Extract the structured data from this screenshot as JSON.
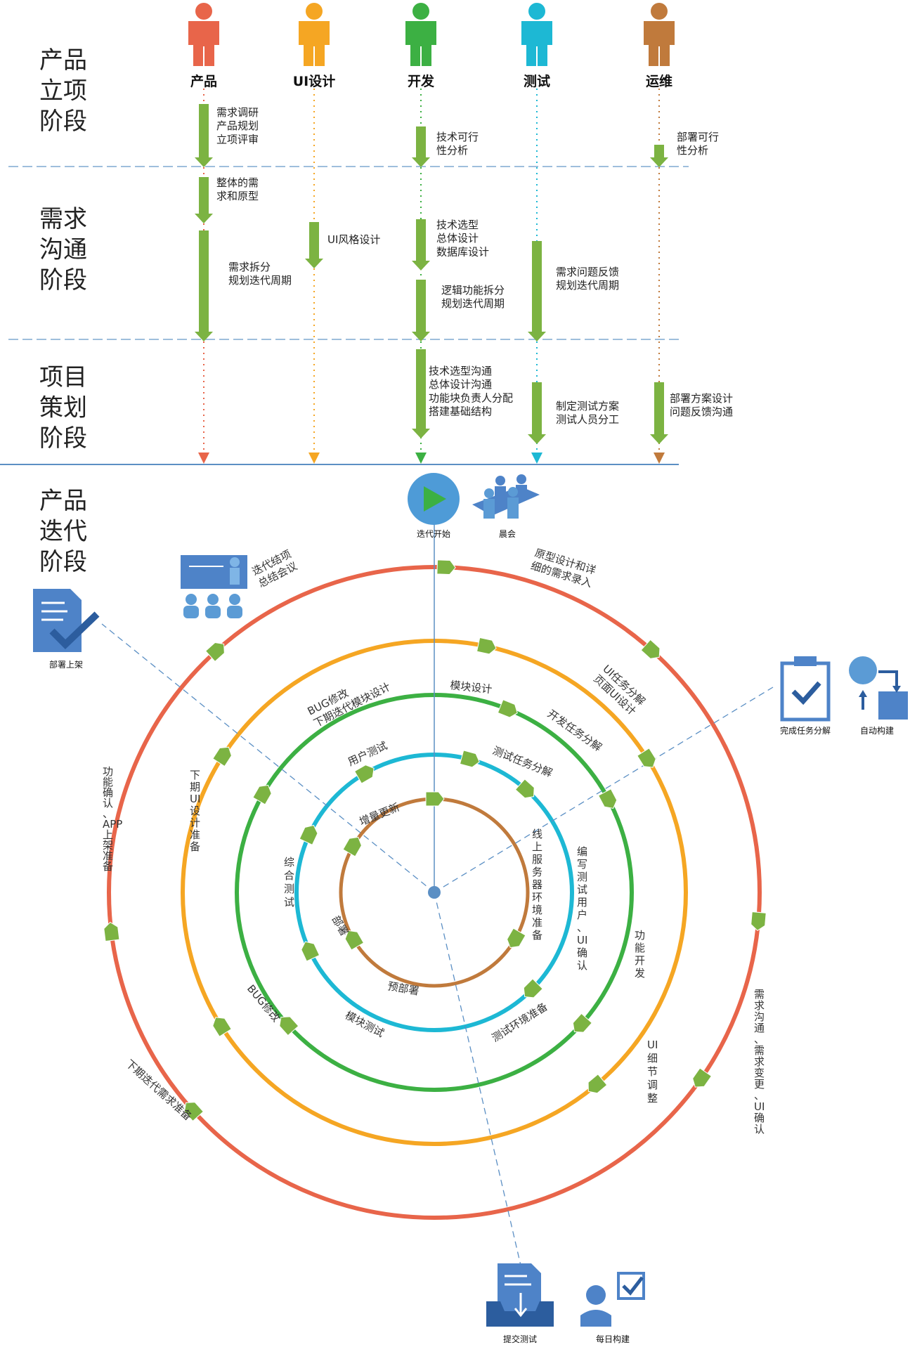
{
  "stages": [
    "产品\n立项\n阶段",
    "需求\n沟通\n阶段",
    "项目\n策划\n阶段",
    "产品\n迭代\n阶段"
  ],
  "roles": [
    {
      "label": "产品",
      "color": "#e8654a"
    },
    {
      "label": "UI设计",
      "color": "#f5a623"
    },
    {
      "label": "开发",
      "color": "#3cb043"
    },
    {
      "label": "测试",
      "color": "#1db8d4"
    },
    {
      "label": "运维",
      "color": "#c07a3c"
    }
  ],
  "notes": {
    "p1": "需求调研\n产品规划\n立项评审",
    "p2": "整体的需\n求和原型",
    "p3": "需求拆分\n规划迭代周期",
    "u1": "UI风格设计",
    "d1": "技术可行\n性分析",
    "d2": "技术选型\n总体设计\n数据库设计",
    "d3": "逻辑功能拆分\n规划迭代周期",
    "d4": "技术选型沟通\n总体设计沟通\n功能块负责人分配\n搭建基础结构",
    "t1": "需求问题反馈\n规划迭代周期",
    "t2": "制定测试方案\n测试人员分工",
    "o1": "部署可行\n性分析",
    "o2": "部署方案设计\n问题反馈沟通"
  },
  "icons": {
    "start": "迭代开始",
    "meeting": "晨会",
    "deploy": "部署上架",
    "task_done": "完成任务分解",
    "auto_build": "自动构建",
    "submit_test": "提交测试",
    "daily_build": "每日构建"
  },
  "ring_labels": {
    "r1": "原型设计和详\n细的需求录入",
    "r2": "迭代结项\n总结会议",
    "r3": "功\n能\n确\n认\n、\nAPP\n上\n架\n准\n备",
    "r4": "下期迭代需求准备",
    "r5": "需\n求\n沟\n通\n、\n需\n求\n变\n更\n、\nUI\n确\n认",
    "o1": "UI任务分解\n页面UI设计",
    "o2": "下\n期\nUI\n设\n计\n准\n备",
    "o3": "UI\n细\n节\n调\n整",
    "o4": "功\n能\n开\n发",
    "g1": "模块设计",
    "g2": "开发任务分解",
    "g3": "BUG修改\n下期迭代模块设计",
    "g4": "BUG修改",
    "g5": "编\n写\n测\n试\n用\n户\n、\nUI\n确\n认",
    "c1": "测试任务分解",
    "c2": "用户测试",
    "c3": "综\n合\n测\n试",
    "c4": "模块测试",
    "c5": "测试环境准备",
    "b1": "增量更新",
    "b2": "线\n上\n服\n务\n器\n环\n境\n准\n备",
    "b3": "部署",
    "b4": "预部署"
  }
}
